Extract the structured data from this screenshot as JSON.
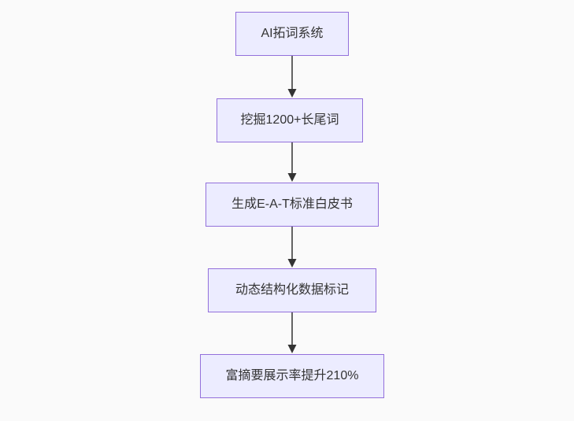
{
  "diagram": {
    "type": "flowchart",
    "direction": "top-down",
    "nodes": [
      {
        "label": "AI拓词系统"
      },
      {
        "label": "挖掘1200+长尾词"
      },
      {
        "label": "生成E-A-T标准白皮书"
      },
      {
        "label": "动态结构化数据标记"
      },
      {
        "label": "富摘要展示率提升210%"
      }
    ],
    "edges": [
      {
        "from": "AI拓词系统",
        "to": "挖掘1200+长尾词"
      },
      {
        "from": "挖掘1200+长尾词",
        "to": "生成E-A-T标准白皮书"
      },
      {
        "from": "生成E-A-T标准白皮书",
        "to": "动态结构化数据标记"
      },
      {
        "from": "动态结构化数据标记",
        "to": "富摘要展示率提升210%"
      }
    ],
    "colors": {
      "node_fill": "#ECECFF",
      "node_border": "#9370DB",
      "arrow": "#333333",
      "text": "#333333",
      "background": "#FAFAFA"
    }
  }
}
